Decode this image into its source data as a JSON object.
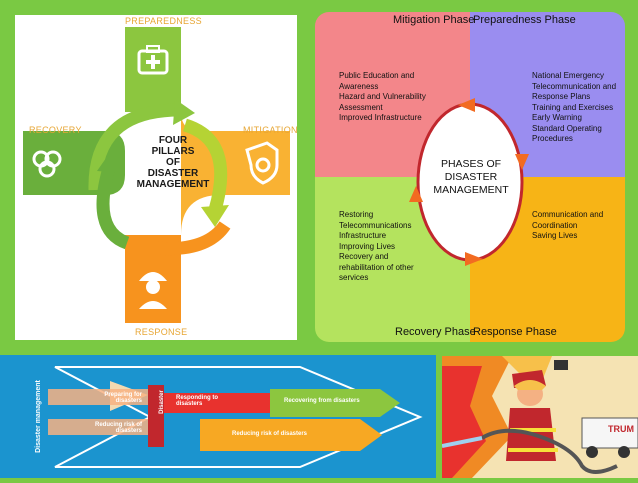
{
  "pillars": {
    "title_lines": [
      "FOUR",
      "PILLARS",
      "OF",
      "DISASTER",
      "MANAGEMENT"
    ],
    "labels": {
      "preparedness": "PREPAREDNESS",
      "mitigation": "MITIGATION",
      "response": "RESPONSE",
      "recovery": "RECOVERY"
    },
    "colors": {
      "preparedness": "#8cc63f",
      "mitigation": "#f9b233",
      "response": "#f7931e",
      "recovery": "#6aaf3c",
      "label": "#e7a634"
    },
    "icons": [
      "first-aid-kit-icon",
      "shield-wrench-icon",
      "worker-helmet-icon",
      "overlap-circles-icon"
    ]
  },
  "phases": {
    "center_lines": [
      "PHASES OF",
      "DISASTER",
      "MANAGEMENT"
    ],
    "titles": {
      "mitigation": "Mitigation Phase",
      "preparedness": "Preparedness Phase",
      "recovery": "Recovery Phase",
      "response": "Response Phase"
    },
    "mitigation_items": [
      "Public Education and",
      "Awareness",
      "Hazard and Vulnerability",
      "Assessment",
      "Improved Infrastructure"
    ],
    "preparedness_items": [
      "National Emergency",
      "Telecommunication and",
      "Response Plans",
      "Training and Exercises",
      "Early Warning",
      "Standard Operating",
      "Procedures"
    ],
    "recovery_items": [
      "Restoring",
      "Telecommunications",
      "Infrastructure",
      "Improving Lives",
      "Recovery and",
      "rehabilitation of other",
      "services"
    ],
    "response_items": [
      "Communication and",
      "Coordination",
      "Saving Lives"
    ],
    "colors": {
      "mitigation": "#f3868a",
      "preparedness": "#9a8df0",
      "recovery": "#b4e35e",
      "response": "#f7b416",
      "arrows": "#f26b21"
    }
  },
  "timeline": {
    "side_label": "Disaster management",
    "preparing": "Preparing for disasters",
    "reducing_left": "Reducing risk of disasters",
    "disaster": "Disaster",
    "responding": "Responding to disasters",
    "recovering": "Recovering from disasters",
    "reducing_right": "Reducing risk of disasters"
  },
  "cartoon": {
    "truck_text": "TRUM"
  }
}
